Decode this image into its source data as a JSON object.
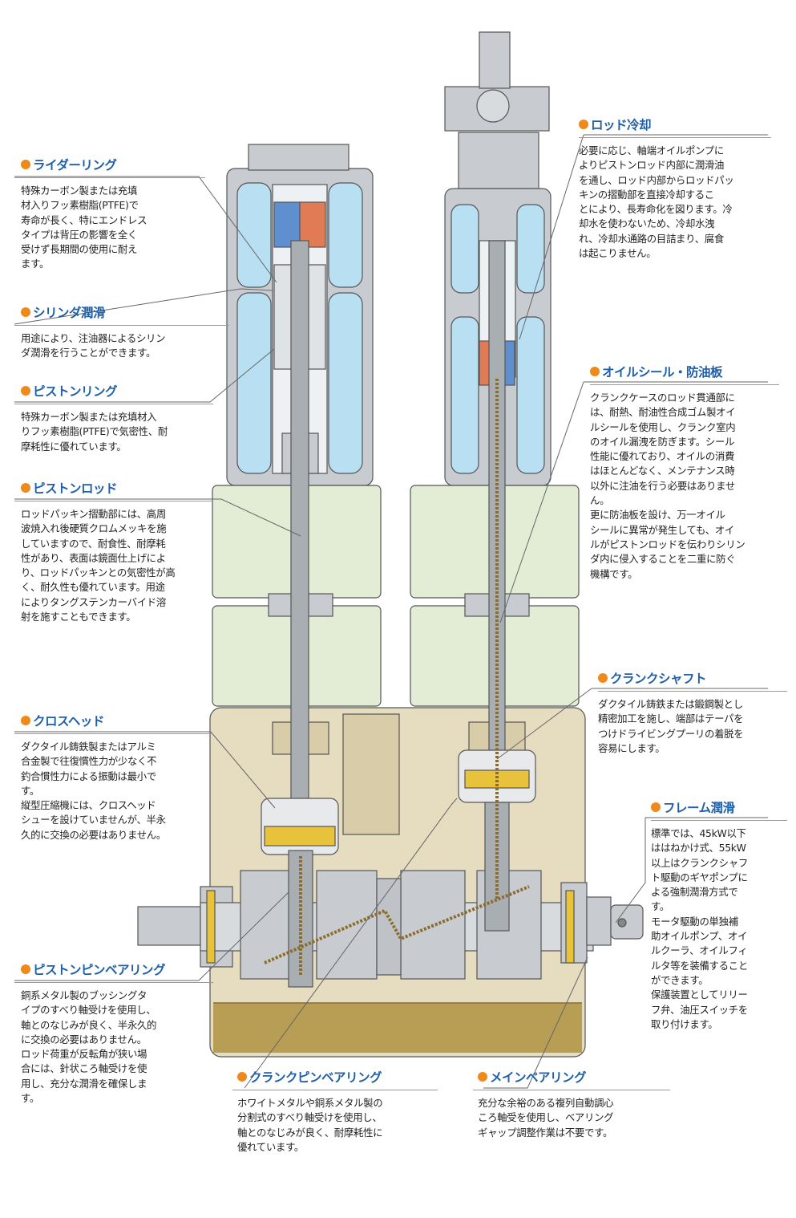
{
  "colors": {
    "title": "#1f5fa8",
    "bullet": "#ee8a1c",
    "water": "#b9dff2",
    "metal": "#c8ccd0",
    "crosshead_jacket": "#e3ecd4",
    "crankcase": "#e6dcc0",
    "oil": "#b89d55",
    "oil_line": "#8a6d2e"
  },
  "callouts": [
    {
      "id": "rider",
      "title": "ライダーリング",
      "body": "特殊カーボン製または充填\n材入りフッ素樹脂(PTFE)で\n寿命が長く、特にエンドレス\nタイプは背圧の影響を全く\n受けず長期間の使用に耐え\nます。"
    },
    {
      "id": "cyl-lube",
      "title": "シリンダ潤滑",
      "body": "用途により、注油器によるシリン\nダ潤滑を行うことができます。"
    },
    {
      "id": "piston-ring",
      "title": "ピストンリング",
      "body": "特殊カーボン製または充填材入\nりフッ素樹脂(PTFE)で気密性、耐\n摩耗性に優れています。"
    },
    {
      "id": "piston-rod",
      "title": "ピストンロッド",
      "body": "ロッドパッキン摺動部には、高周\n波焼入れ後硬質クロムメッキを施\nしていますので、耐食性、耐摩耗\n性があり、表面は鏡面仕上げによ\nり、ロッドパッキンとの気密性が高\nく、耐久性も優れています。用途\nによりタングステンカーバイド溶\n射を施すこともできます。"
    },
    {
      "id": "crosshead",
      "title": "クロスヘッド",
      "body": "ダクタイル鋳鉄製またはアルミ\n合金製で往復慣性力が少なく不\n釣合慣性力による振動は最小で\nす。\n縦型圧縮機には、クロスヘッド\nシューを設けていませんが、半永\n久的に交換の必要はありません。"
    },
    {
      "id": "pin-bearing",
      "title": "ピストンピンベアリング",
      "body": "銅系メタル製のブッシングタ\nイプのすべり軸受けを使用し、\n軸とのなじみが良く、半永久的\nに交換の必要はありません。\nロッド荷重が反転角が狭い場\n合には、針状ころ軸受けを使\n用し、充分な潤滑を確保しま\nす。"
    },
    {
      "id": "crankpin",
      "title": "クランクピンベアリング",
      "body": "ホワイトメタルや銅系メタル製の\n分割式のすべり軸受けを使用し、\n軸とのなじみが良く、耐摩耗性に\n優れています。"
    },
    {
      "id": "main-bearing",
      "title": "メインベアリング",
      "body": "充分な余裕のある複列自動調心\nころ軸受を使用し、ベアリング\nギャップ調整作業は不要です。"
    },
    {
      "id": "rod-cooling",
      "title": "ロッド冷却",
      "body": "必要に応じ、軸端オイルポンプに\nよりピストンロッド内部に潤滑油\nを通し、ロッド内部からロッドパッ\nキンの摺動部を直接冷却するこ\nとにより、長寿命化を図ります。冷\n却水を使わないため、冷却水洩\nれ、冷却水通路の目詰まり、腐食\nは起こりません。"
    },
    {
      "id": "oil-seal",
      "title": "オイルシール・防油板",
      "body": "クランクケースのロッド貫通部に\nは、耐熱、耐油性合成ゴム製オイ\nルシールを使用し、クランク室内\nのオイル漏洩を防ぎます。シール\n性能に優れており、オイルの消費\nはほとんどなく、メンテナンス時\n以外に注油を行う必要はありませ\nん。\n更に防油板を設け、万一オイル\nシールに異常が発生しても、オイ\nルがピストンロッドを伝わりシリン\nダ内に侵入することを二重に防ぐ\n機構です。"
    },
    {
      "id": "crankshaft",
      "title": "クランクシャフト",
      "body": "ダクタイル鋳鉄または鍛鋼製とし\n精密加工を施し、端部はテーパを\nつけドライビングプーリの着脱を\n容易にします。"
    },
    {
      "id": "frame-lube",
      "title": "フレーム潤滑",
      "body": "標準では、45kW以下\nははねかけ式、55kW\n以上はクランクシャフ\nト駆動のギヤポンプに\nよる強制潤滑方式で\nす。\nモータ駆動の単独補\n助オイルポンプ、オイ\nルクーラ、オイルフィ\nルタ等を装備すること\nができます。\n保護装置としてリリー\nフ弁、油圧スイッチを\n取り付けます。"
    }
  ]
}
